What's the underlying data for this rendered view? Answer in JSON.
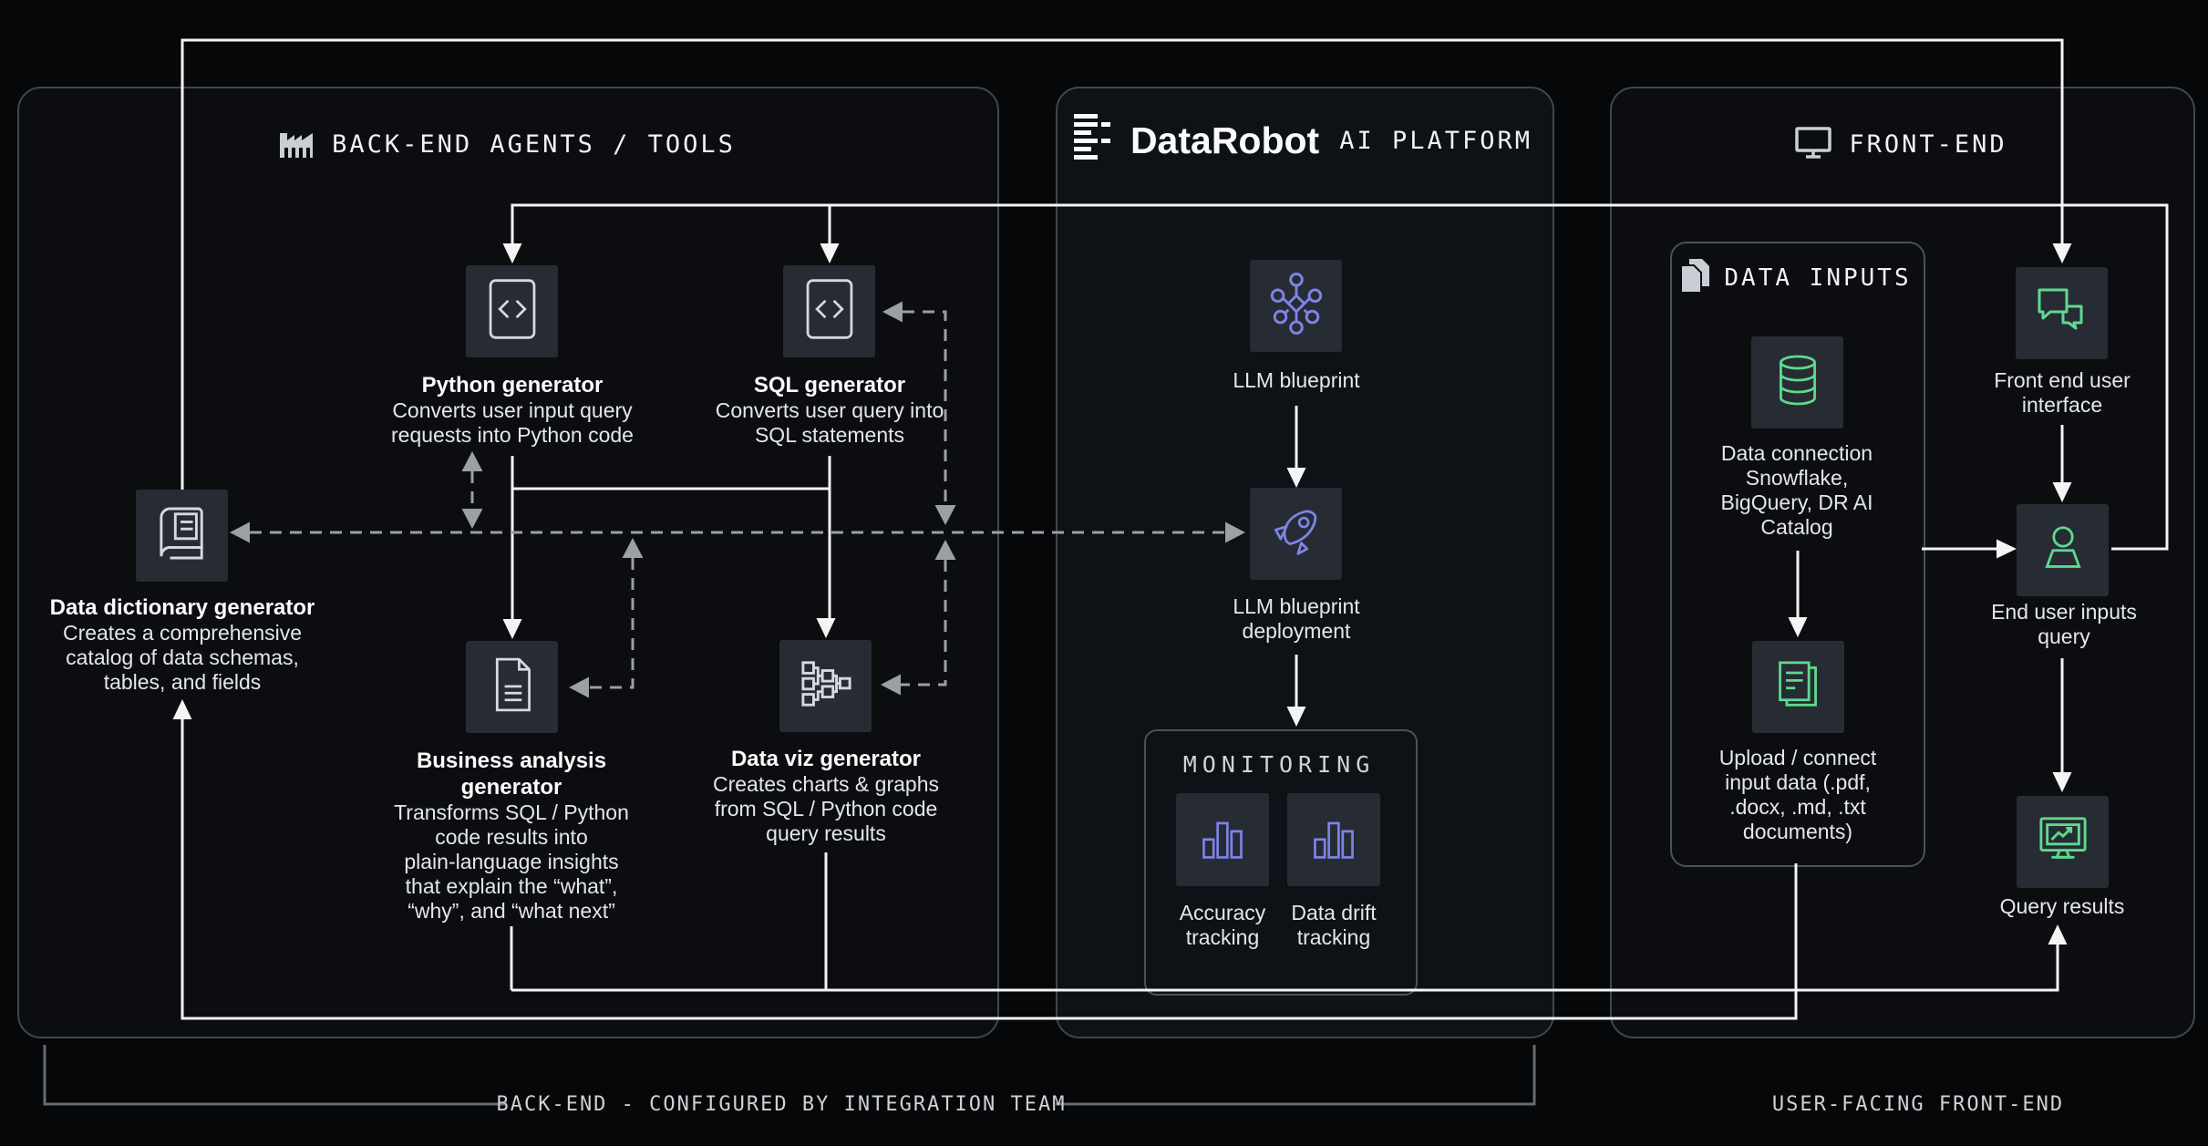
{
  "colors": {
    "background": "#060709",
    "panel_border": "#3e4751",
    "icon_box_bg": "#272c34",
    "flow_line_white": "#f4f4f4",
    "flow_line_dashed_gray": "#9ba0a6",
    "accent_backend_icon": "#d6d9dd",
    "accent_platform_purple": "#7d84e8",
    "accent_frontend_green": "#5fd98f"
  },
  "panels": {
    "backend": {
      "title": "BACK-END AGENTS / TOOLS"
    },
    "platform": {
      "brand": "DataRobot",
      "title": "AI PLATFORM"
    },
    "frontend": {
      "title": "FRONT-END"
    },
    "monitoring": {
      "title": "MONITORING"
    },
    "data_inputs": {
      "title": "DATA INPUTS"
    }
  },
  "nodes": {
    "python_generator": {
      "title": "Python generator",
      "desc": [
        "Converts user input query",
        "requests into Python code"
      ]
    },
    "sql_generator": {
      "title": "SQL generator",
      "desc": [
        "Converts user query into",
        "SQL statements"
      ]
    },
    "data_dictionary": {
      "title": "Data dictionary generator",
      "desc": [
        "Creates a comprehensive",
        "catalog of data schemas,",
        "tables, and fields"
      ]
    },
    "business_analysis": {
      "title_lines": [
        "Business analysis",
        "generator"
      ],
      "desc": [
        "Transforms SQL / Python",
        "code results into",
        "plain-language insights",
        "that explain the “what”,",
        "“why”, and “what next”"
      ]
    },
    "data_viz": {
      "title": "Data viz generator",
      "desc": [
        "Creates charts & graphs",
        "from SQL / Python code",
        "query results"
      ]
    },
    "llm_blueprint": {
      "label": "LLM blueprint"
    },
    "llm_deployment": {
      "label_lines": [
        "LLM blueprint",
        "deployment"
      ]
    },
    "accuracy_tracking": {
      "label_lines": [
        "Accuracy",
        "tracking"
      ]
    },
    "data_drift_tracking": {
      "label_lines": [
        "Data drift",
        "tracking"
      ]
    },
    "data_connection": {
      "label_lines": [
        "Data connection",
        "Snowflake,",
        "BigQuery, DR AI",
        "Catalog"
      ]
    },
    "upload_connect": {
      "label_lines": [
        "Upload / connect",
        "input data (.pdf,",
        ".docx, .md, .txt",
        "documents)"
      ]
    },
    "frontend_ui": {
      "label_lines": [
        "Front end user",
        "interface"
      ]
    },
    "end_user": {
      "label_lines": [
        "End user inputs",
        "query"
      ]
    },
    "query_results": {
      "label": "Query results"
    }
  },
  "footer": {
    "backend_label": "BACK-END - CONFIGURED BY INTEGRATION TEAM",
    "frontend_label": "USER-FACING FRONT-END"
  }
}
